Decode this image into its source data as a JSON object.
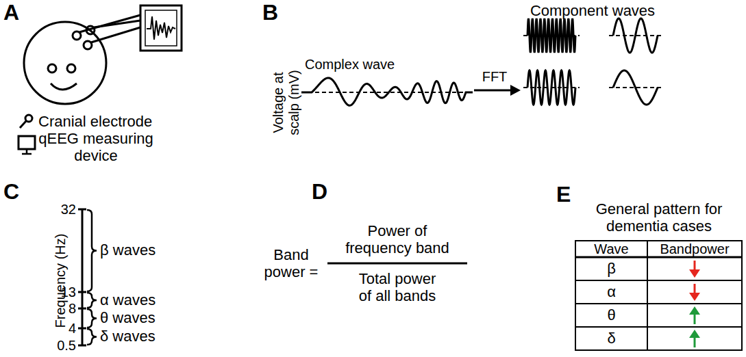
{
  "diagram": {
    "nodes": [
      {
        "text": [
          "Wave"
        ]
      },
      {
        "text": [
          "Bandpower"
        ]
      },
      {
        "text": [
          "β"
        ]
      },
      {
        "text": [
          "α"
        ]
      },
      {
        "text": [
          "θ"
        ]
      },
      {
        "text": [
          "δ"
        ]
      }
    ],
    "labels": [
      "A",
      "B",
      "Voltage at scalp (mV)",
      "Complex wave",
      "FFT",
      "Component waves",
      "C",
      "Frequency (Hz)",
      "32",
      "13",
      "8",
      "4",
      "0.5",
      "β waves",
      "α waves",
      "θ waves",
      "δ waves",
      "D",
      "Band power =",
      "Power of frequency band",
      "Total power of all bands",
      "E",
      "General pattern for dementia cases"
    ],
    "legend": [
      {
        "text": "Cranial electrode"
      },
      {
        "text": "qEEG measuring device"
      }
    ]
  }
}
